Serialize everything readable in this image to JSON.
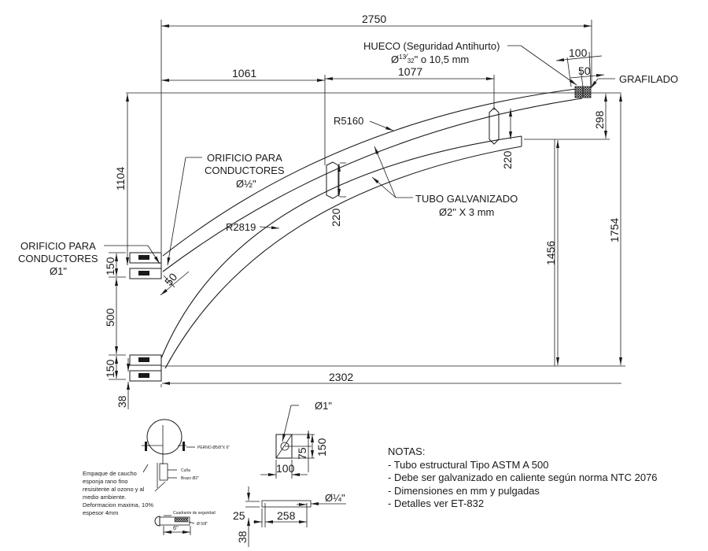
{
  "drawing": {
    "main_dimensions": {
      "overall_length": "2750",
      "segment_1": "1061",
      "segment_2": "1077",
      "hole_spacing_top": "100",
      "knurl_length": "50",
      "height_total": "1754",
      "height_lower_arm": "1456",
      "offset_top": "298",
      "upper_to_lower_spacing_1": "220",
      "upper_to_lower_spacing_2": "220",
      "height_upper_clamp": "1104",
      "clamp_spacing_upper": "150",
      "clamp_gap": "500",
      "clamp_spacing_lower": "150",
      "bottom_offset": "38",
      "lower_arm_length": "2302",
      "tube_end_offset": "50"
    },
    "radii": {
      "outer": "R5160",
      "inner": "R2819"
    },
    "callouts": {
      "hueco_title": "HUECO (Seguridad Antihurto)",
      "hueco_diameter_prefix": "Ø",
      "hueco_fraction_num": "13",
      "hueco_fraction_den": "32",
      "hueco_diameter_suffix": "\" o 10,5 mm",
      "grafilado": "GRAFILADO",
      "orificio_small_line1": "ORIFICIO PARA",
      "orificio_small_line2": "CONDUCTORES",
      "orificio_small_diameter": "Ø½\"",
      "orificio_large_line1": "ORIFICIO PARA",
      "orificio_large_line2": "CONDUCTORES",
      "orificio_large_diameter": "Ø1\"",
      "tubo_line1": "TUBO GALVANIZADO",
      "tubo_line2": "Ø2\" X 3 mm"
    }
  },
  "details": {
    "clamp": {
      "perno": "PERNO Ø5/8\"X 6\"",
      "cuna": "Cuña",
      "brazo": "Brazo Ø2\"",
      "empaque_lines": [
        "Empaque de caucho",
        "esponja rano fino",
        "resisitente al ozono y al",
        "medio ambiente.",
        "Deformacion maxima, 10%",
        "espesor 4mm"
      ]
    },
    "bolt": {
      "cuadrante": "Cuadrante de seguridad",
      "diameter": "Ø 5/8\"",
      "length": "6\""
    },
    "plate": {
      "hole_diameter": "Ø1\"",
      "width": "100",
      "height": "150",
      "hole_center": "75"
    },
    "pin": {
      "diameter": "Ø¼\"",
      "length": "258",
      "offset_a": "25",
      "offset_b": "38"
    }
  },
  "notes": {
    "title": "NOTAS:",
    "items": [
      "- Tubo estructural Tipo ASTM A 500",
      "- Debe ser galvanizado en caliente según norma NTC 2076",
      "- Dimensiones en mm y pulgadas",
      "- Detalles ver ET-832"
    ]
  }
}
